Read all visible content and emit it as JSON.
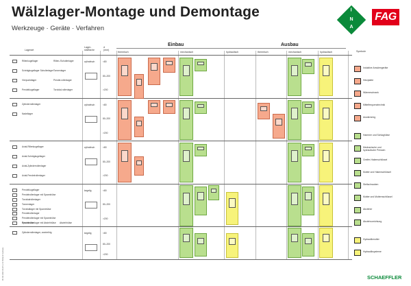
{
  "header": {
    "title": "Wälzlager-Montage und Demontage",
    "subtitle": "Werkzeuge · Geräte · Verfahren",
    "brand_ina": [
      "I",
      "N",
      "A"
    ],
    "brand_fag": "FAG",
    "footer_brand": "SCHAEFFLER",
    "doc_code": "WL 80 100/2 DA 07.11/12 Printed in Germany",
    "colors": {
      "heating": "#f6a98c",
      "mechanical": "#b9df8e",
      "hydraulic": "#f7f37a",
      "ina_green": "#0b8a3a",
      "fag_red": "#e2001a"
    }
  },
  "columns": {
    "lagerart": "Lagerart",
    "lagersitz": "Lager-sitzfläche",
    "groesse": "d (mm)",
    "einbau": "Einbau",
    "ausbau": "Ausbau",
    "thermisch": "thermisch",
    "mechanisch": "mechanisch",
    "hydraulisch": "hydraulisch",
    "symbole": "Symbole"
  },
  "groups": [
    {
      "labels": [
        "Rillenkugellager",
        "Schrägkugellager Schulterlager",
        "Vierpunktlager",
        "Pendelkugellager"
      ],
      "labels2": [
        "Rillen-/Schulterlager",
        "Tonnenlager",
        "Pendel-rollenlager",
        "Toroidal-rollenlager"
      ],
      "seat": "zylindrisch",
      "sizes": [
        "<80",
        "80–200",
        ">200"
      ]
    },
    {
      "labels": [
        "Zylinderrollenlager",
        "Nadellager"
      ],
      "labels2": [],
      "seat": "zylindrisch",
      "sizes": [
        "<80",
        "80–200",
        ">200"
      ]
    },
    {
      "labels": [
        "Axial-Rillenkugellager",
        "Axial-Schrägkugellager",
        "Axial-Zylinderrollenlager",
        "Axial-Pendelrollenlager"
      ],
      "labels2": [],
      "seat": "zylindrisch",
      "sizes": [
        "<80",
        "80–200",
        ">200"
      ]
    },
    {
      "labels": [
        "Pendelkugellager",
        "Pendelrollenlager mit Spannhülse",
        "Toroidalrollenlager",
        "Tonnenlager",
        "Toroidallager mit Spannhülse",
        "Pendelrollenlager",
        "Pendelrollenlager mit Spannhülse",
        "Pendelrollenlager mit Abziehhülse"
      ],
      "labels2": [
        "Spannhülse",
        "Abziehhülse"
      ],
      "seat": "kegelig",
      "sizes": [
        "<80",
        "80–200",
        ">200"
      ]
    },
    {
      "labels": [
        "Zylinderrollenlager, zweireihig"
      ],
      "labels2": [],
      "seat": "kegelig",
      "sizes": [
        "<80",
        "80–200",
        ">200"
      ]
    }
  ],
  "legend": [
    {
      "label": "Induktive Anwärmgeräte",
      "kind": "heating"
    },
    {
      "label": "Heizplatte",
      "kind": "heating"
    },
    {
      "label": "Wärmeschrank",
      "kind": "heating"
    },
    {
      "label": "Mittelfrequenztechnik",
      "kind": "heating"
    },
    {
      "label": "Anwärmring",
      "kind": "heating"
    },
    {
      "label": "Hammer und Schlaghülse",
      "kind": "mechanical"
    },
    {
      "label": "Mechanische und hydraulische Pressen",
      "kind": "mechanical"
    },
    {
      "label": "Greifer-Hakenschlüssel",
      "kind": "mechanical"
    },
    {
      "label": "Mutter und Hakenschlüssel",
      "kind": "mechanical"
    },
    {
      "label": "Stellschrauben",
      "kind": "mechanical"
    },
    {
      "label": "Mutter und Mutternschlüssel",
      "kind": "mechanical"
    },
    {
      "label": "Abzieher",
      "kind": "mechanical"
    },
    {
      "label": "Abziehvorrichtung",
      "kind": "mechanical"
    },
    {
      "label": "Hydraulikmutter",
      "kind": "hydraulic"
    },
    {
      "label": "Hydrauliksysteme",
      "kind": "hydraulic"
    }
  ]
}
